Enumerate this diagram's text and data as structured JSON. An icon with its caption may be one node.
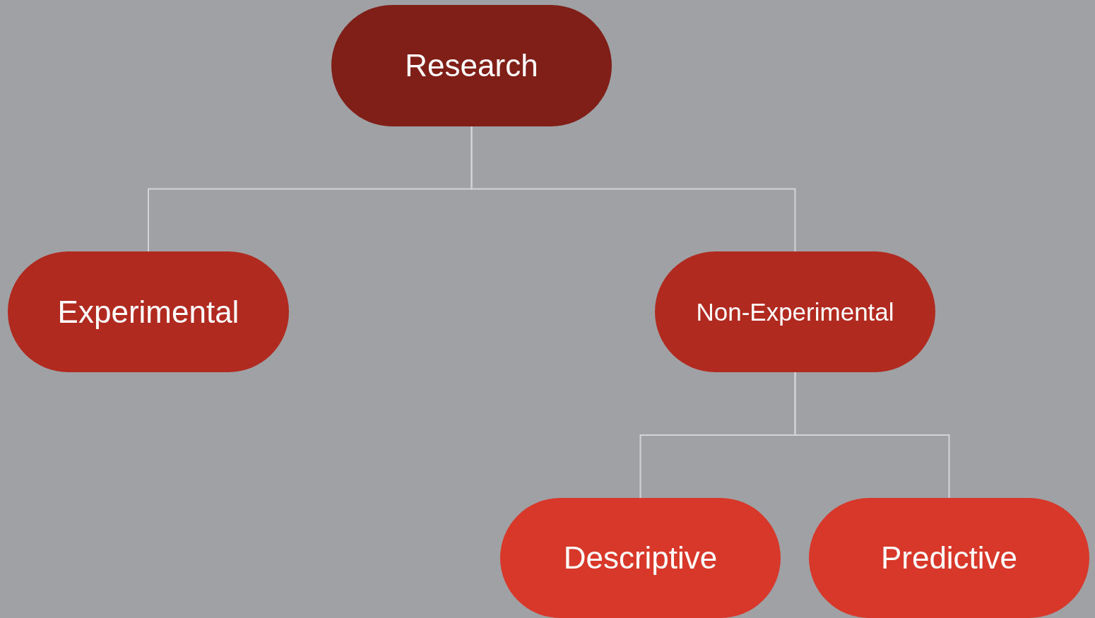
{
  "diagram": {
    "nodes": [
      {
        "text": [
          "Research"
        ]
      },
      {
        "text": [
          "Experimental"
        ]
      },
      {
        "text": [
          "Non-Experimental"
        ]
      },
      {
        "text": [
          "Descriptive"
        ]
      },
      {
        "text": [
          "Predictive"
        ]
      }
    ],
    "edges": [
      {
        "from": 0,
        "to": 1,
        "arrow": "none"
      },
      {
        "from": 0,
        "to": 2,
        "arrow": "none"
      },
      {
        "from": 2,
        "to": 3,
        "arrow": "none"
      },
      {
        "from": 2,
        "to": 4,
        "arrow": "none"
      }
    ]
  }
}
